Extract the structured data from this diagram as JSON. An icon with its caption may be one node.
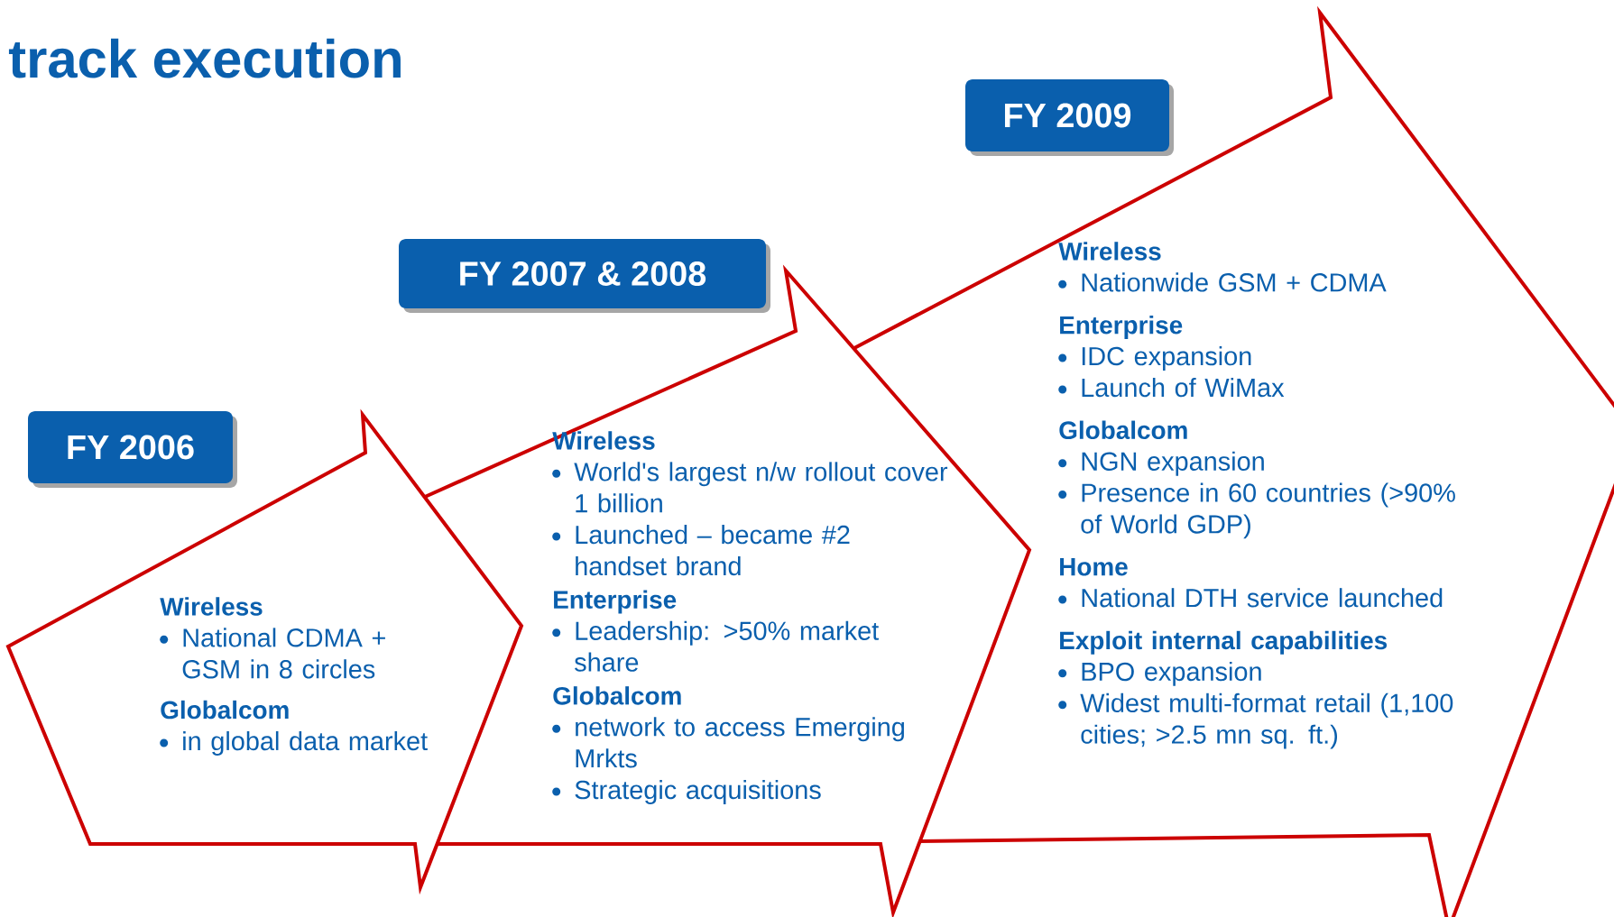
{
  "diagram": {
    "title": "track execution",
    "nodes": [
      {
        "text": [
          "FY 2006"
        ]
      },
      {
        "text": [
          "Wireless",
          "National CDMA + GSM in 8 circles",
          "Globalcom",
          "in global data market"
        ]
      },
      {
        "text": [
          "FY 2007 & 2008"
        ]
      },
      {
        "text": [
          "Wireless",
          "World's largest n/w rollout cover 1 billion",
          "Launched – became #2 handset brand",
          "Enterprise",
          "Leadership: >50% market share",
          "Globalcom",
          "network to access Emerging Mrkts",
          "Strategic acquisitions"
        ]
      },
      {
        "text": [
          "FY 2009"
        ]
      },
      {
        "text": [
          "Wireless",
          "Nationwide GSM + CDMA",
          "Enterprise",
          "IDC expansion",
          "Launch of WiMax",
          "Globalcom",
          "NGN expansion",
          "Presence in 60 countries (>90% of World GDP)",
          "Home",
          "National DTH service launched",
          "Exploit internal capabilities",
          "BPO expansion",
          "Widest multi-format retail (1,100 cities; >2.5 mn sq. ft.)"
        ]
      }
    ]
  }
}
